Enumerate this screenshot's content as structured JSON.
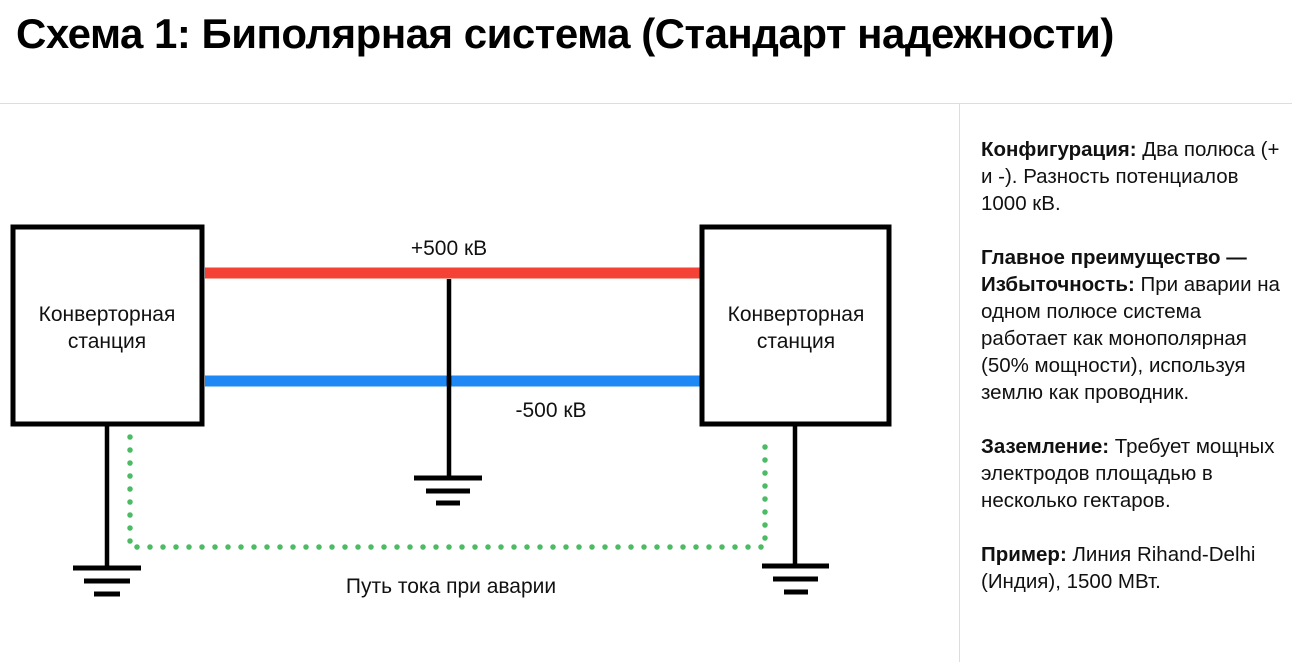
{
  "title": "Схема 1: Биполярная система (Стандарт надежности)",
  "diagram": {
    "left_station": {
      "line1": "Конверторная",
      "line2": "станция"
    },
    "right_station": {
      "line1": "Конверторная",
      "line2": "станция"
    },
    "positive_pole": {
      "label": "+500 кВ",
      "color": "#f44336"
    },
    "negative_pole": {
      "label": "-500 кВ",
      "color": "#1e88f5"
    },
    "fault_path": {
      "label": "Путь тока при аварии",
      "color": "#4cbb64"
    },
    "ground_icon": "ground-symbol"
  },
  "sidebar": {
    "sections": [
      {
        "heading": "Конфигурация:",
        "text": " Два полюса (+ и -). Разность потенциалов 1000 кВ."
      },
      {
        "heading": "Главное преимущество — Избыточность:",
        "text": " При аварии на одном полюсе система работает как монополярная (50% мощности), используя землю как проводник."
      },
      {
        "heading": "Заземление:",
        "text": " Требует мощных электродов площадью в несколько гектаров."
      },
      {
        "heading": "Пример:",
        "text": " Линия Rihand-Delhi (Индия), 1500 МВт."
      }
    ]
  }
}
